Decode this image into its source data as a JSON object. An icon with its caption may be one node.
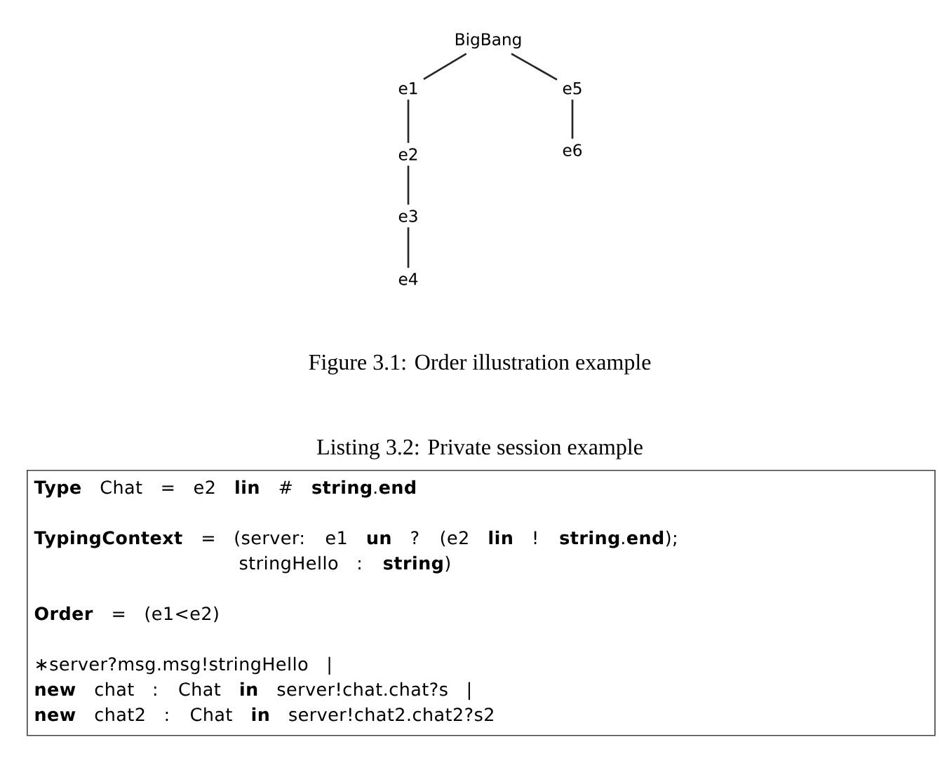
{
  "diagram": {
    "caption": "Figure 3.1: Order illustration example",
    "nodes": [
      {
        "text": [
          "BigBang"
        ]
      },
      {
        "text": [
          "e1"
        ]
      },
      {
        "text": [
          "e5"
        ]
      },
      {
        "text": [
          "e2"
        ]
      },
      {
        "text": [
          "e6"
        ]
      },
      {
        "text": [
          "e3"
        ]
      },
      {
        "text": [
          "e4"
        ]
      },
      {
        "text": [
          "Listing 3.2: Private session example",
          "**Type** Chat = e2 **lin** # **string**.**end**",
          "**TypingContext** = (server: e1 **un** ? (e2 **lin** ! **string**.**end**);",
          "stringHello : **string**)",
          "**Order** = (e1<e2)",
          "∗server?msg.msg!stringHello |",
          "**new** chat : Chat **in** server!chat.chat?s |",
          "**new** chat2 : Chat **in** server!chat2.chat2?s2"
        ]
      }
    ],
    "edges": [
      {
        "from": 0,
        "to": 1,
        "arrow": "none"
      },
      {
        "from": 0,
        "to": 2,
        "arrow": "none"
      },
      {
        "from": 1,
        "to": 3,
        "arrow": "none"
      },
      {
        "from": 2,
        "to": 4,
        "arrow": "none"
      },
      {
        "from": 3,
        "to": 5,
        "arrow": "none"
      },
      {
        "from": 5,
        "to": 6,
        "arrow": "none"
      }
    ]
  }
}
